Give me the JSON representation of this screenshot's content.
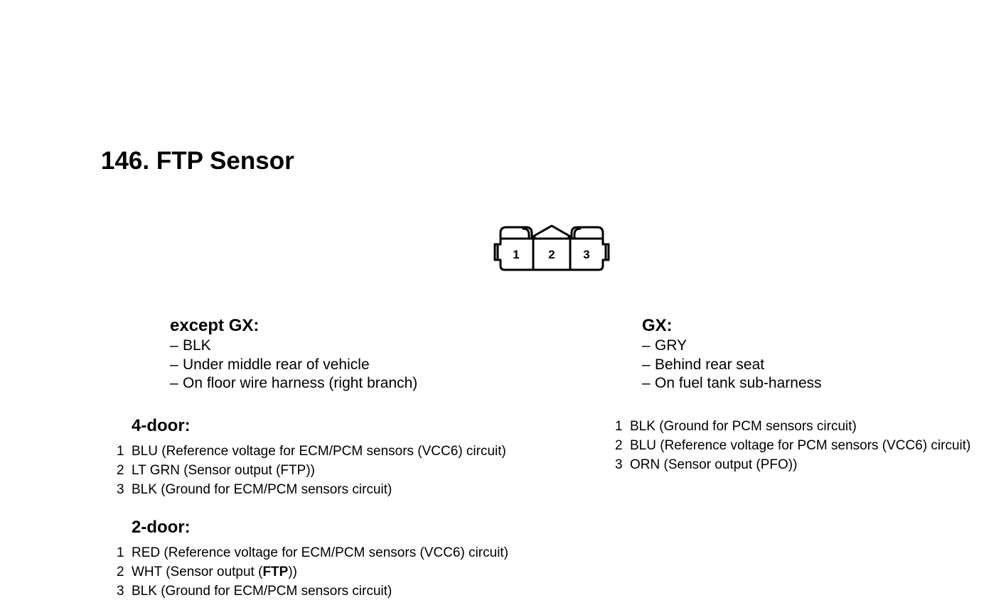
{
  "title": "146. FTP Sensor",
  "connector": {
    "pins": [
      "1",
      "2",
      "3"
    ]
  },
  "except_gx": {
    "heading": "except GX:",
    "lines": [
      "BLK",
      "Under middle rear of vehicle",
      "On floor wire harness (right branch)"
    ]
  },
  "gx": {
    "heading": "GX:",
    "lines": [
      "GRY",
      "Behind rear seat",
      "On fuel tank sub-harness"
    ],
    "pins": [
      {
        "num": "1",
        "text": "BLK (Ground for PCM sensors circuit)"
      },
      {
        "num": "2",
        "text": "BLU (Reference voltage for PCM sensors (VCC6) circuit)"
      },
      {
        "num": "3",
        "text": "ORN (Sensor output (PFO))"
      }
    ]
  },
  "four_door": {
    "heading": "4-door:",
    "pins": [
      {
        "num": "1",
        "text": "BLU (Reference voltage for ECM/PCM sensors (VCC6) circuit)"
      },
      {
        "num": "2",
        "text": "LT GRN (Sensor output (FTP))"
      },
      {
        "num": "3",
        "text": "BLK (Ground for ECM/PCM sensors circuit)"
      }
    ]
  },
  "two_door": {
    "heading": "2-door:",
    "pins": [
      {
        "num": "1",
        "text": "RED (Reference voltage for ECM/PCM sensors (VCC6) circuit)"
      },
      {
        "num": "2",
        "text_before": "WHT (Sensor output (",
        "text_bold": "FTP",
        "text_after": "))"
      },
      {
        "num": "3",
        "text": "BLK (Ground for ECM/PCM sensors circuit)"
      }
    ]
  },
  "dash": "–"
}
